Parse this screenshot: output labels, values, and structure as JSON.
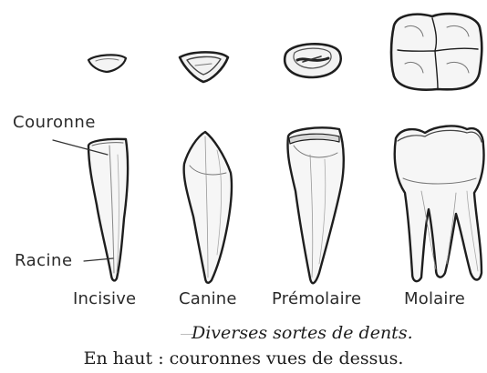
{
  "labels": {
    "crown": "Couronne",
    "root": "Racine"
  },
  "teeth": [
    {
      "name": "Incisive"
    },
    {
      "name": "Canine"
    },
    {
      "name": "Prémolaire"
    },
    {
      "name": "Molaire"
    }
  ],
  "caption": {
    "title": "Diverses sortes de dents.",
    "subtitle": "En haut : couronnes vues de dessus."
  }
}
